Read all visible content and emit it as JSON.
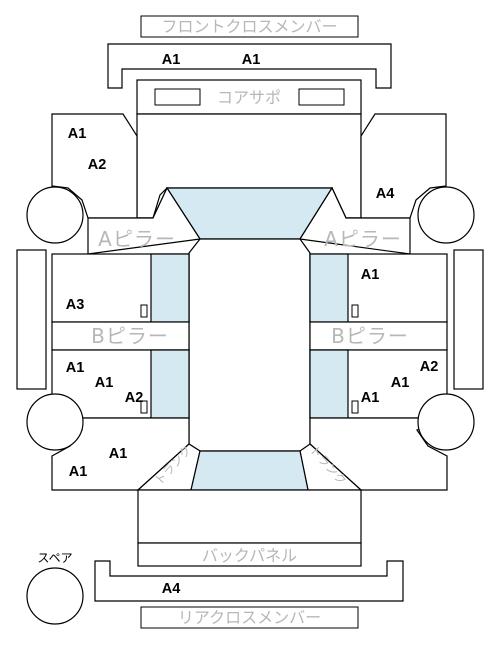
{
  "labels": {
    "front_cross_member": "フロントクロスメンバー",
    "core_support": "コアサポ",
    "a_pillar_left": "Aピラー",
    "a_pillar_right": "Aピラー",
    "b_pillar_left": "Bピラー",
    "b_pillar_right": "Bピラー",
    "trunk_left": "トランク",
    "trunk_right": "トランク",
    "back_panel": "バックパネル",
    "rear_cross_member": "リアクロスメンバー",
    "spare": "スペア"
  },
  "codes": {
    "front_member_left": "A1",
    "front_member_right": "A1",
    "front_left_fender_top": "A1",
    "front_left_fender_mid": "A2",
    "front_right_fender": "A4",
    "right_front_door": "A1",
    "left_front_door": "A3",
    "left_rear_door_1": "A1",
    "left_rear_door_2": "A1",
    "left_rear_door_3": "A2",
    "right_rear_door_1": "A2",
    "right_rear_door_2": "A1",
    "right_rear_door_3": "A1",
    "left_quarter_1": "A1",
    "left_quarter_2": "A1",
    "rear_member": "A4"
  }
}
